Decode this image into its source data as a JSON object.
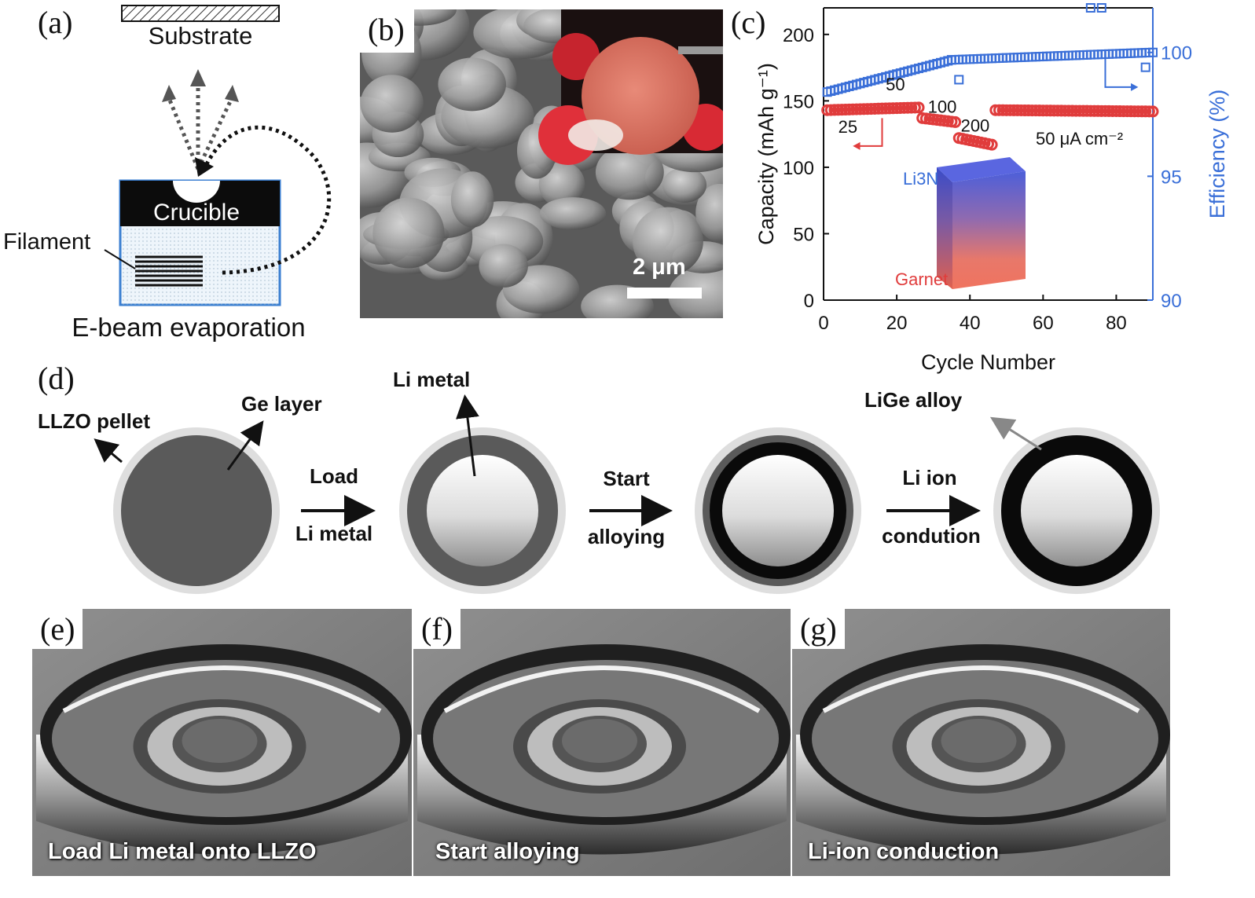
{
  "panel_a": {
    "label": "(a)",
    "substrate": "Substrate",
    "crucible": "Crucible",
    "filament": "Filament",
    "caption": "E-beam evaporation"
  },
  "panel_b": {
    "label": "(b)",
    "scale_bar": "2 μm"
  },
  "panel_c": {
    "label": "(c)",
    "inset_labels": {
      "top": "Li3N",
      "bottom": "Garnet"
    },
    "chart_data": {
      "type": "scatter",
      "xlabel": "Cycle Number",
      "ylabel": "Capacity (mAh g⁻¹)",
      "y2label": "Efficiency (%)",
      "xlim": [
        0,
        90
      ],
      "ylim": [
        0,
        220
      ],
      "y2lim": [
        90,
        101.8
      ],
      "xticks": [
        "0",
        "20",
        "40",
        "60",
        "80"
      ],
      "yticks": [
        "0",
        "50",
        "100",
        "150",
        "200"
      ],
      "y2ticks": [
        "90",
        "95",
        "100"
      ],
      "annotations": [
        "25",
        "50",
        "100",
        "200",
        "50 μA cm⁻²"
      ],
      "series": [
        {
          "color": "#e03c3c",
          "axis": "left",
          "segments": [
            {
              "x_start": 1,
              "x_end": 26,
              "y_start": 143,
              "y_end": 145
            },
            {
              "x_start": 27,
              "x_end": 36,
              "y_start": 137,
              "y_end": 134
            },
            {
              "x_start": 37,
              "x_end": 46,
              "y_start": 122,
              "y_end": 117
            },
            {
              "x_start": 47,
              "x_end": 90,
              "y_start": 143,
              "y_end": 142
            }
          ]
        },
        {
          "color": "#3a6fd8",
          "axis": "right",
          "segments": [
            {
              "x_start": 1,
              "x_end": 35,
              "y_start": 98.4,
              "y_end": 99.7
            },
            {
              "x_start": 35,
              "x_end": 90,
              "y_start": 99.7,
              "y_end": 100.0
            }
          ],
          "outliers": [
            {
              "x": 37,
              "y": 98.9
            },
            {
              "x": 73,
              "y": 101.8
            },
            {
              "x": 76,
              "y": 101.8
            },
            {
              "x": 88,
              "y": 99.4
            }
          ]
        }
      ]
    }
  },
  "panel_d": {
    "label": "(d)",
    "llzo": "LLZO pellet",
    "ge_layer": "Ge layer",
    "li_metal_top": "Li metal",
    "lige_alloy": "LiGe alloy",
    "arrow1_top": "Load",
    "arrow1_bottom": "Li metal",
    "arrow2_top": "Start",
    "arrow2_bottom": "alloying",
    "arrow3_top": "Li ion",
    "arrow3_bottom": "condution"
  },
  "photos": [
    {
      "label": "(e)",
      "caption": "Load Li metal onto LLZO"
    },
    {
      "label": "(f)",
      "caption": "Start alloying"
    },
    {
      "label": "(g)",
      "caption": "Li-ion conduction"
    }
  ]
}
